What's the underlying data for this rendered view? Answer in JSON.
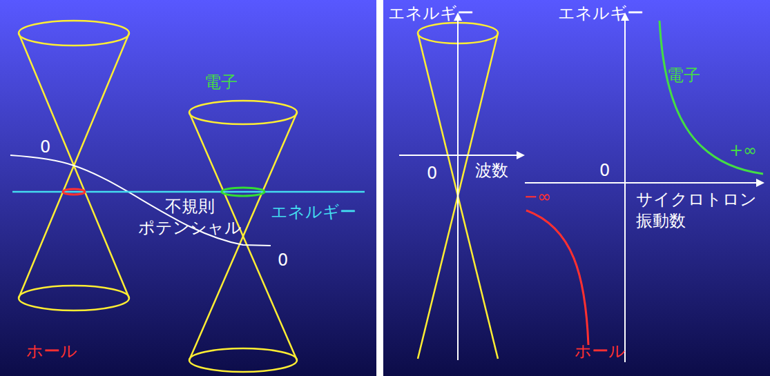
{
  "diagram": {
    "labels": [
      "0",
      "電子",
      "不規則 ポテンシャル",
      "エネルギー",
      "0",
      "ホール",
      "エネルギー",
      "エネルギー",
      "0",
      "波数",
      "0",
      "−∞",
      "電子",
      "+∞",
      "サイクロトロン 振動数",
      "ホール"
    ]
  }
}
